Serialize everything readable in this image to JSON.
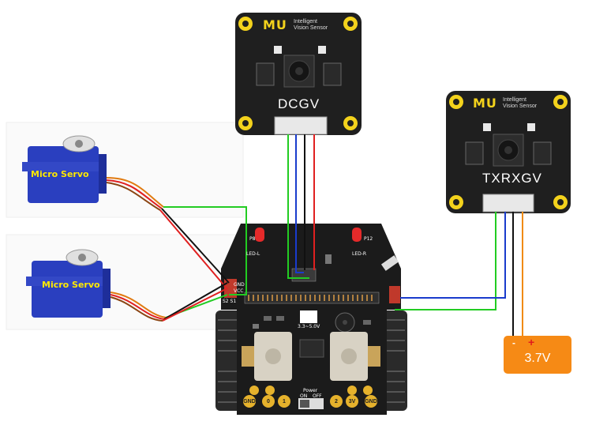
{
  "sensors": {
    "top": {
      "label": "DCGV",
      "logo": "MU",
      "subtitle_1": "Intelligent",
      "subtitle_2": "Vision Sensor"
    },
    "right": {
      "label": "TXRXGV",
      "logo": "MU",
      "subtitle_1": "Intelligent",
      "subtitle_2": "Vision Sensor"
    }
  },
  "servos": [
    {
      "label": "Micro Servo"
    },
    {
      "label": "Micro Servo"
    }
  ],
  "battery": {
    "value": "3.7V",
    "neg": "-",
    "pos": "+",
    "color": "#f68a15"
  },
  "board": {
    "led_left": "P8",
    "led_left_name": "LED-L",
    "led_right": "P12",
    "led_right_name": "LED-R",
    "power_label": "Power",
    "power_on": "ON",
    "power_off": "OFF",
    "pins": [
      "GND",
      "0",
      "1",
      "2",
      "3V",
      "GND"
    ],
    "servo_header": [
      "GND",
      "VCC",
      "S2 S1"
    ],
    "voltage": "3.3~5.0V"
  },
  "wire_colors": {
    "green": "#22cc22",
    "blue": "#1a3ccc",
    "black": "#111111",
    "red": "#e02020",
    "orange": "#f08a10"
  }
}
